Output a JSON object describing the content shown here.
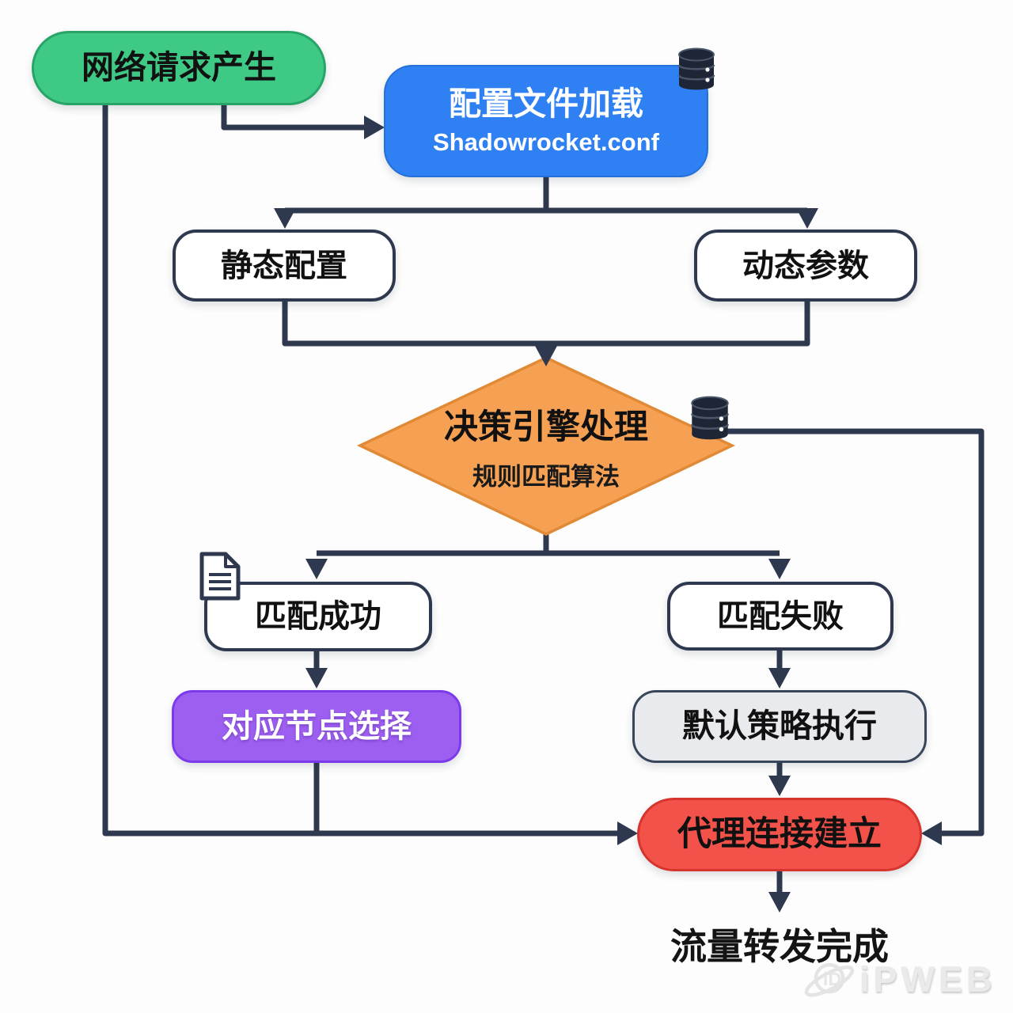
{
  "nodes": {
    "request": {
      "label": "网络请求产生"
    },
    "config_load": {
      "label": "配置文件加载",
      "sublabel": "Shadowrocket.conf"
    },
    "static_config": {
      "label": "静态配置"
    },
    "dynamic_params": {
      "label": "动态参数"
    },
    "decision_engine": {
      "label": "决策引擎处理",
      "sublabel": "规则匹配算法"
    },
    "match_success": {
      "label": "匹配成功"
    },
    "match_fail": {
      "label": "匹配失败"
    },
    "node_select": {
      "label": "对应节点选择"
    },
    "default_policy": {
      "label": "默认策略执行"
    },
    "proxy_connect": {
      "label": "代理连接建立"
    },
    "forward_complete": {
      "label": "流量转发完成"
    }
  },
  "colors": {
    "request_fill": "#3ec985",
    "config_fill": "#2f80f2",
    "decision_fill": "#f6a054",
    "decision_border": "#e18a35",
    "node_select_fill": "#9d5ff0",
    "default_policy_fill": "#e8eaed",
    "proxy_fill": "#f2524a",
    "neutral_fill": "#ffffff",
    "line": "#2e3950",
    "icon_dark": "#1e2636",
    "watermark": "#e7e7e7"
  },
  "watermark": {
    "text": "iPWEB"
  }
}
